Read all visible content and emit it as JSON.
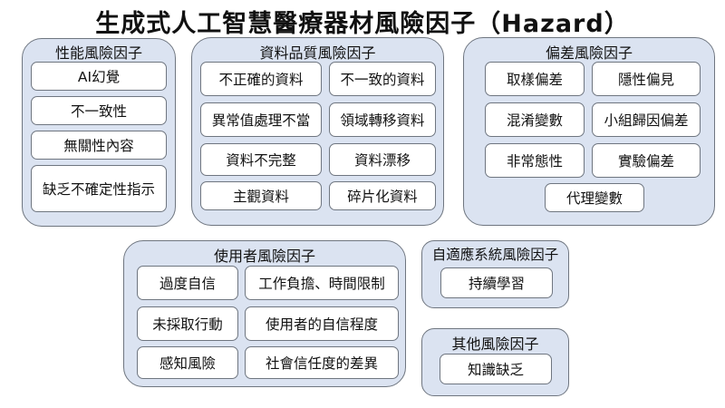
{
  "title": "生成式人工智慧醫療器材風險因子（Hazard）",
  "colors": {
    "group_fill": "#dbe3f1",
    "group_border": "#6f7680",
    "item_fill": "#ffffff",
    "text": "#111111"
  },
  "groups": {
    "performance": {
      "title": "性能風險因子",
      "items": [
        "AI幻覺",
        "不一致性",
        "無關性內容",
        "缺乏不確定性指示"
      ]
    },
    "data_quality": {
      "title": "資料品質風險因子",
      "items": [
        "不正確的資料",
        "不一致的資料",
        "異常值處理不當",
        "領域轉移資料",
        "資料不完整",
        "資料漂移",
        "主觀資料",
        "碎片化資料"
      ]
    },
    "bias": {
      "title": "偏差風險因子",
      "items": [
        "取樣偏差",
        "隱性偏見",
        "混淆變數",
        "小組歸因偏差",
        "非常態性",
        "實驗偏差",
        "代理變數"
      ]
    },
    "user": {
      "title": "使用者風險因子",
      "items": [
        "過度自信",
        "工作負擔、時間限制",
        "未採取行動",
        "使用者的自信程度",
        "感知風險",
        "社會信任度的差異"
      ]
    },
    "adaptive": {
      "title": "自適應系統風險因子",
      "items": [
        "持續學習"
      ]
    },
    "other": {
      "title": "其他風險因子",
      "items": [
        "知識缺乏"
      ]
    }
  }
}
